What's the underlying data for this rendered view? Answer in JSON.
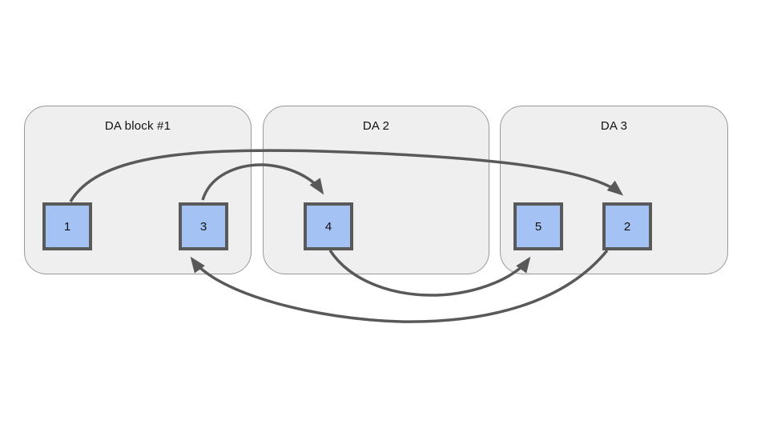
{
  "diagram": {
    "background": "#ffffff",
    "colors": {
      "block_fill": "#efefef",
      "block_border": "#999999",
      "node_fill": "#a4c2f4",
      "node_border": "#595959",
      "arrow": "#595959",
      "text": "#111111"
    },
    "blocks": [
      {
        "id": "da-block-1",
        "label": "DA block #1",
        "nodes": [
          "1",
          "3"
        ]
      },
      {
        "id": "da-2",
        "label": "DA 2",
        "nodes": [
          "4"
        ]
      },
      {
        "id": "da-3",
        "label": "DA 3",
        "nodes": [
          "5",
          "2"
        ]
      }
    ],
    "nodes": [
      {
        "id": "node-1",
        "label": "1",
        "block": "DA block #1"
      },
      {
        "id": "node-3",
        "label": "3",
        "block": "DA block #1"
      },
      {
        "id": "node-4",
        "label": "4",
        "block": "DA 2"
      },
      {
        "id": "node-5",
        "label": "5",
        "block": "DA 3"
      },
      {
        "id": "node-2",
        "label": "2",
        "block": "DA 3"
      }
    ],
    "arrows": [
      {
        "from": "1",
        "to": "2",
        "route": "over the top, from DA block #1 into DA 3"
      },
      {
        "from": "3",
        "to": "4",
        "route": "over the top, from DA block #1 into DA 2"
      },
      {
        "from": "4",
        "to": "5",
        "route": "under the bottom, from DA 2 into DA 3"
      },
      {
        "from": "2",
        "to": "3",
        "route": "under the bottom, from DA 3 back into DA block #1"
      }
    ]
  }
}
